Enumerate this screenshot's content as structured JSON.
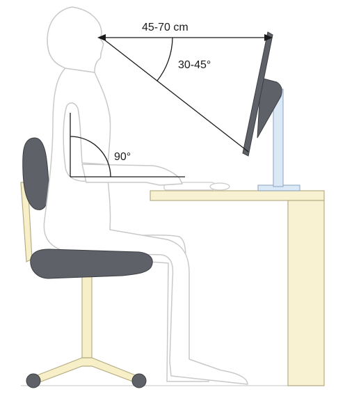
{
  "labels": {
    "distance": "45-70 cm",
    "view_angle": "30-45°",
    "elbow_angle": "90°"
  },
  "colors": {
    "outline": "#c9c9c9",
    "outline_dark": "#555555",
    "seat_gray": "#5e6268",
    "chair_frame": "#f6efc8",
    "desk_fill": "#f8f2d2",
    "desk_stroke": "#b7ad84",
    "monitor_stand": "#dbe8f6",
    "guide_line": "#1a1a1a"
  }
}
